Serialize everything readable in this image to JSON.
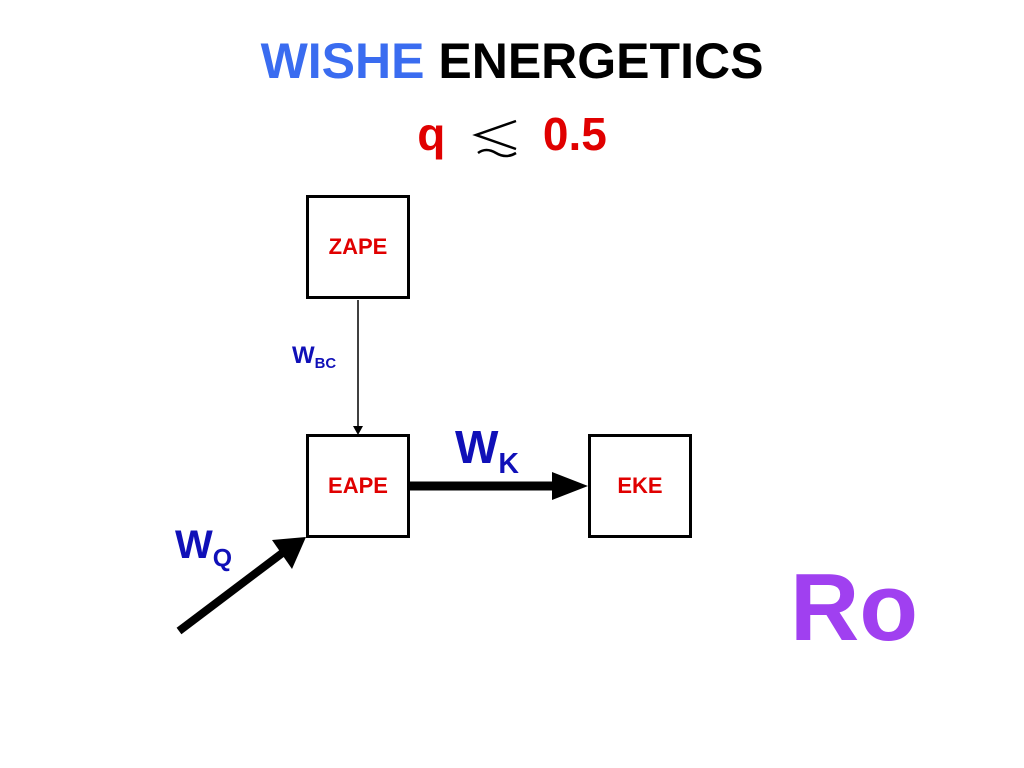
{
  "title": {
    "word1": "WISHE",
    "word2": "ENERGETICS"
  },
  "condition": {
    "variable": "q",
    "relation": "≲",
    "value": "0.5"
  },
  "boxes": {
    "zape": "ZAPE",
    "eape": "EAPE",
    "eke": "EKE"
  },
  "arrows": {
    "wbc": {
      "main": "W",
      "sub": "BC"
    },
    "wk": {
      "main": "W",
      "sub": "K"
    },
    "wq": {
      "main": "W",
      "sub": "Q"
    }
  },
  "corner_label": "Ro",
  "colors": {
    "title_accent": "#3a6cf0",
    "condition": "#e00000",
    "box_text": "#e00000",
    "arrow_label": "#1010b8",
    "corner_label": "#a040f0"
  }
}
